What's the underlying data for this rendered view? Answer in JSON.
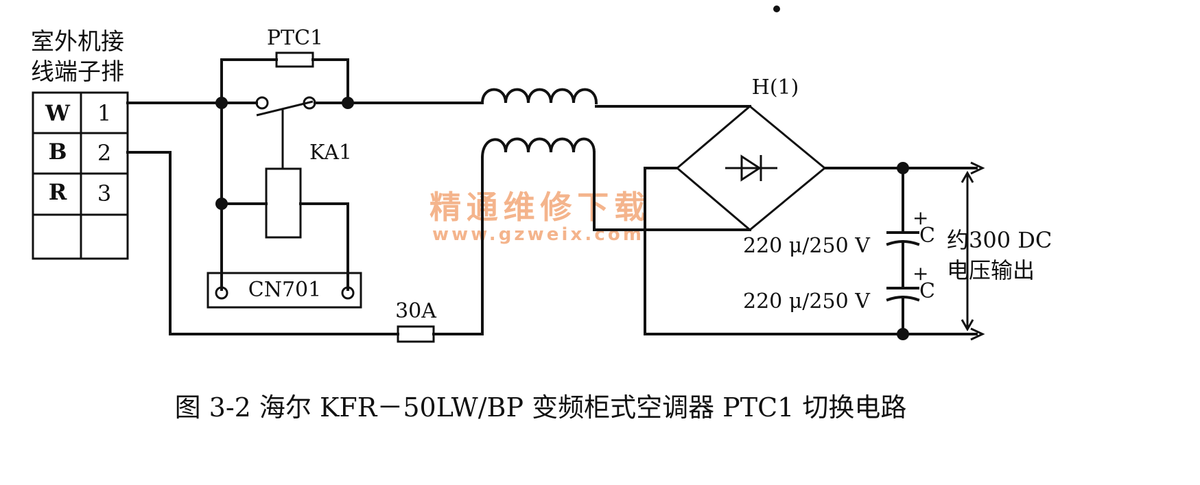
{
  "terminal_block": {
    "title_line1": "室外机接",
    "title_line2": "线端子排",
    "rows": [
      {
        "letter": "W",
        "number": "1"
      },
      {
        "letter": "B",
        "number": "2"
      },
      {
        "letter": "R",
        "number": "3"
      },
      {
        "letter": "",
        "number": ""
      }
    ]
  },
  "components": {
    "ptc": "PTC1",
    "relay": "KA1",
    "connector": "CN701",
    "fuse": "30A",
    "bridge": "H(1)",
    "cap1_value": "220 μ/250 V",
    "cap2_value": "220 μ/250 V",
    "cap_symbol": "C",
    "cap_plus": "+"
  },
  "output": {
    "line1": "约300 DC",
    "line2": "电压输出"
  },
  "watermark": {
    "cn": "精通维修下载",
    "url": "www.gzweix.com"
  },
  "caption": "图 3-2   海尔 KFR－50LW/BP 变频柜式空调器 PTC1 切换电路"
}
